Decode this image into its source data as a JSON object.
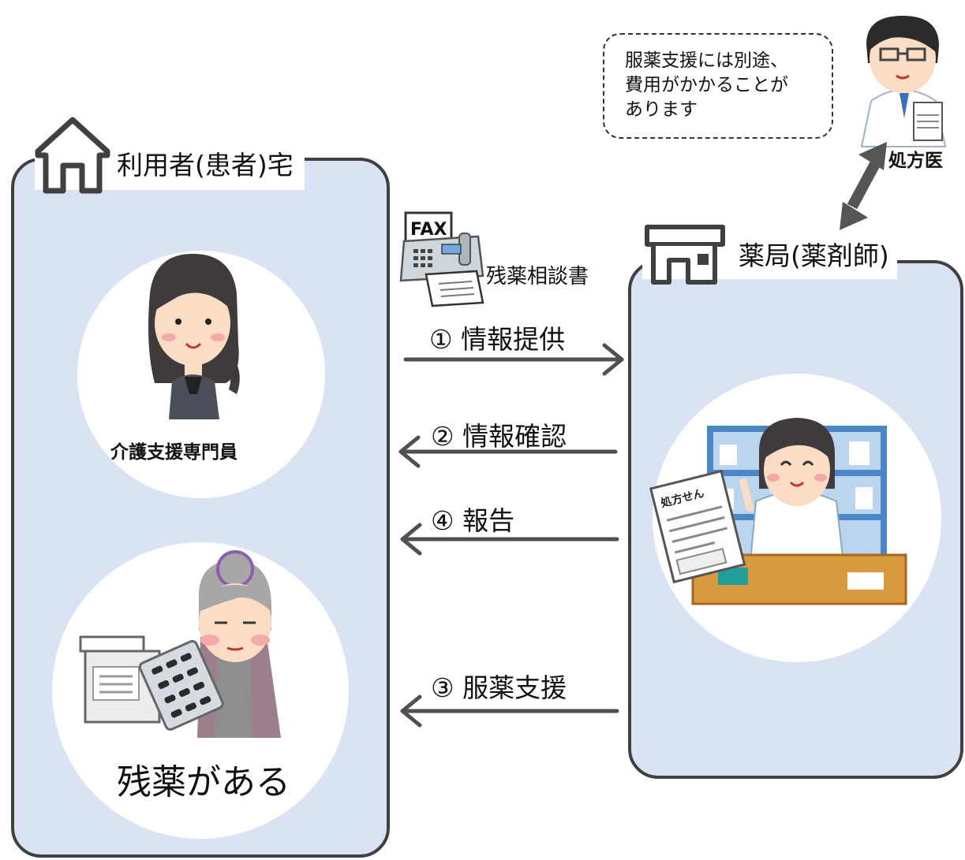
{
  "home": {
    "title": "利用者(患者)宅",
    "care_manager_label": "介護支援専門員",
    "patient_label": "残薬がある"
  },
  "pharmacy": {
    "title": "薬局(薬剤師)"
  },
  "doctor": {
    "label": "処方医",
    "note": [
      "服薬支援には別途、",
      "費用がかかることが",
      "あります"
    ]
  },
  "fax": {
    "badge": "FAX",
    "document_label": "残薬相談書"
  },
  "flows": [
    {
      "label": "① 情報提供",
      "direction": "to-pharmacy"
    },
    {
      "label": "② 情報確認",
      "direction": "to-home"
    },
    {
      "label": "④ 報告",
      "direction": "to-home"
    },
    {
      "label": "③ 服薬支援",
      "direction": "to-home"
    }
  ],
  "colors": {
    "panel_fill": "#dae3f3",
    "outline": "#404040",
    "arrow": "#505050"
  }
}
